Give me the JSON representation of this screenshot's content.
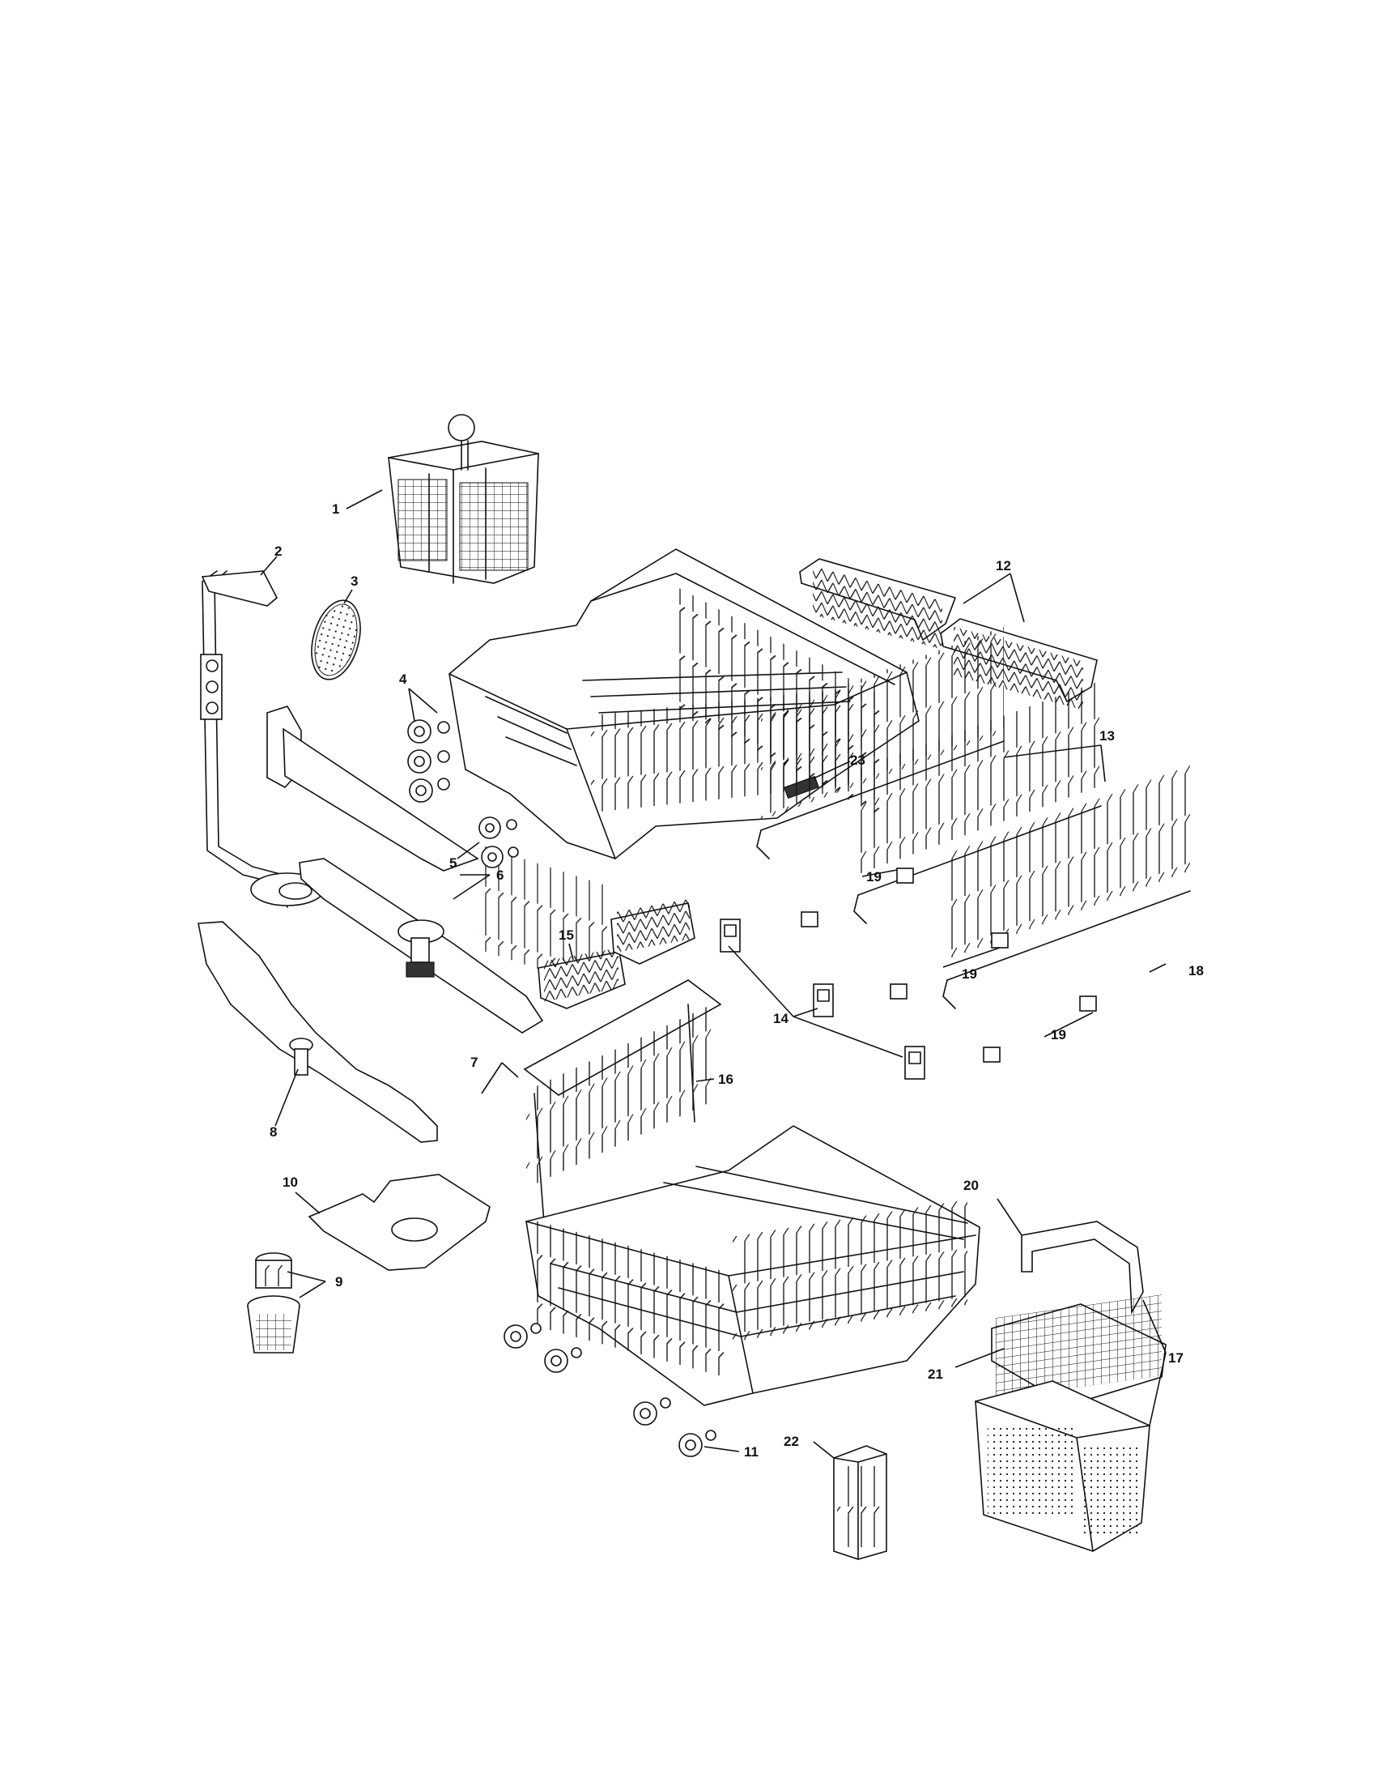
{
  "callouts": {
    "c1": "1",
    "c2": "2",
    "c3": "3",
    "c4": "4",
    "c5": "5",
    "c6": "6",
    "c7": "7",
    "c8": "8",
    "c9": "9",
    "c10": "10",
    "c11": "11",
    "c12": "12",
    "c13": "13",
    "c14": "14",
    "c15": "15",
    "c16": "16",
    "c17": "17",
    "c18": "18",
    "c19a": "19",
    "c19b": "19",
    "c19c": "19",
    "c20": "20",
    "c21": "21",
    "c22": "22",
    "c23": "23"
  }
}
